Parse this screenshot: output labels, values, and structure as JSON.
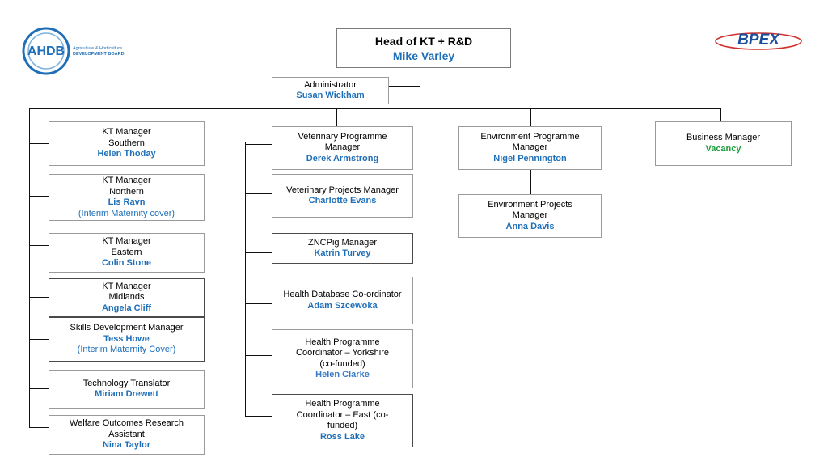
{
  "logos": {
    "ahdb": {
      "mark": "AHDB",
      "line1": "Agriculture & Horticulture",
      "line2": "DEVELOPMENT BOARD"
    },
    "bpex": {
      "mark": "BPEX"
    }
  },
  "head": {
    "role": "Head of KT + R&D",
    "name": "Mike Varley"
  },
  "administrator": {
    "role": "Administrator",
    "name": "Susan Wickham"
  },
  "kt_column": [
    {
      "lines": [
        "KT Manager",
        "Southern"
      ],
      "name": "Helen Thoday"
    },
    {
      "lines": [
        "KT Manager",
        "Northern"
      ],
      "name": "Lis Ravn",
      "note": "(Interim Maternity cover)"
    },
    {
      "lines": [
        "KT Manager",
        "Eastern"
      ],
      "name": "Colin Stone"
    },
    {
      "lines": [
        "KT Manager",
        "Midlands"
      ],
      "name": "Angela Cliff"
    },
    {
      "lines": [
        "Skills Development Manager"
      ],
      "name": "Tess Howe",
      "note": "(Interim Maternity Cover)"
    },
    {
      "lines": [
        "Technology Translator"
      ],
      "name": "Miriam Drewett"
    },
    {
      "lines": [
        "Welfare Outcomes Research",
        "Assistant"
      ],
      "name": "Nina Taylor"
    }
  ],
  "vet_column": [
    {
      "lines": [
        "Veterinary Programme",
        "Manager"
      ],
      "name": "Derek Armstrong"
    },
    {
      "lines": [
        "Veterinary Projects Manager"
      ],
      "name": "Charlotte Evans"
    },
    {
      "lines": [
        "ZNCPig Manager"
      ],
      "name": "Katrin Turvey"
    },
    {
      "lines": [
        "Health Database Co-ordinator"
      ],
      "name": "Adam Szcewoka"
    },
    {
      "lines": [
        "Health Programme",
        "Coordinator – Yorkshire",
        "(co-funded)"
      ],
      "name": "Helen Clarke"
    },
    {
      "lines": [
        "Health Programme",
        "Coordinator – East  (co-",
        "funded)"
      ],
      "name": "Ross Lake"
    }
  ],
  "env_column": [
    {
      "lines": [
        "Environment Programme",
        "Manager"
      ],
      "name": "Nigel Pennington"
    },
    {
      "lines": [
        "Environment Projects",
        "Manager"
      ],
      "name": "Anna Davis"
    }
  ],
  "business": {
    "lines": [
      "Business Manager"
    ],
    "name": "Vacancy"
  },
  "colors": {
    "name_blue": "#1f6fb8",
    "vacancy_green": "#1e9e3a",
    "ahdb_blue": "#1f6fb8",
    "bpex_blue": "#1b4f9c",
    "bpex_red": "#d0312d"
  }
}
